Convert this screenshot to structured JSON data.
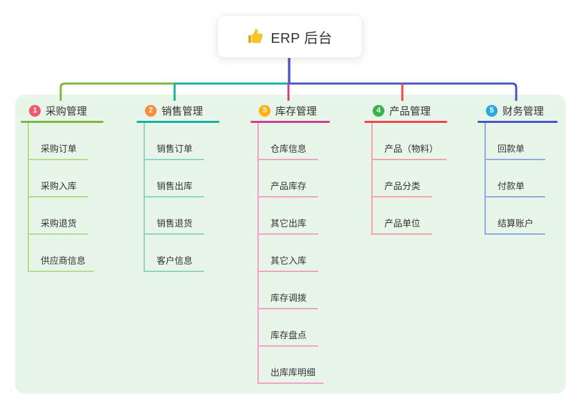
{
  "root": {
    "title": "ERP 后台",
    "icon": "thumbs-up-icon",
    "icon_color": "#f7c325",
    "connector_color": "#4a5ac9"
  },
  "panel": {
    "background": "#e8f5e9"
  },
  "branches": [
    {
      "badge": "1",
      "title": "采购管理",
      "badge_color": "#f4566c",
      "line_color": "#7cb83f",
      "child_line_color": "#b5da8d",
      "items": [
        "采购订单",
        "采购入库",
        "采购退货",
        "供应商信息"
      ]
    },
    {
      "badge": "2",
      "title": "销售管理",
      "badge_color": "#fb8c3f",
      "line_color": "#14b2a0",
      "child_line_color": "#8fd4c9",
      "items": [
        "销售订单",
        "销售出库",
        "销售退货",
        "客户信息"
      ]
    },
    {
      "badge": "3",
      "title": "库存管理",
      "badge_color": "#feb211",
      "line_color": "#d23c8e",
      "child_line_color": "#f2a0c6",
      "items": [
        "仓库信息",
        "产品库存",
        "其它出库",
        "其它入库",
        "库存调拨",
        "库存盘点",
        "出库库明细"
      ]
    },
    {
      "badge": "4",
      "title": "产品管理",
      "badge_color": "#38b34a",
      "line_color": "#f0434b",
      "child_line_color": "#f5a3a5",
      "items": [
        "产品（物料）",
        "产品分类",
        "产品单位"
      ]
    },
    {
      "badge": "5",
      "title": "财务管理",
      "badge_color": "#29a9dd",
      "line_color": "#4456c7",
      "child_line_color": "#93a8e0",
      "items": [
        "回款单",
        "付款单",
        "结算账户"
      ]
    }
  ]
}
